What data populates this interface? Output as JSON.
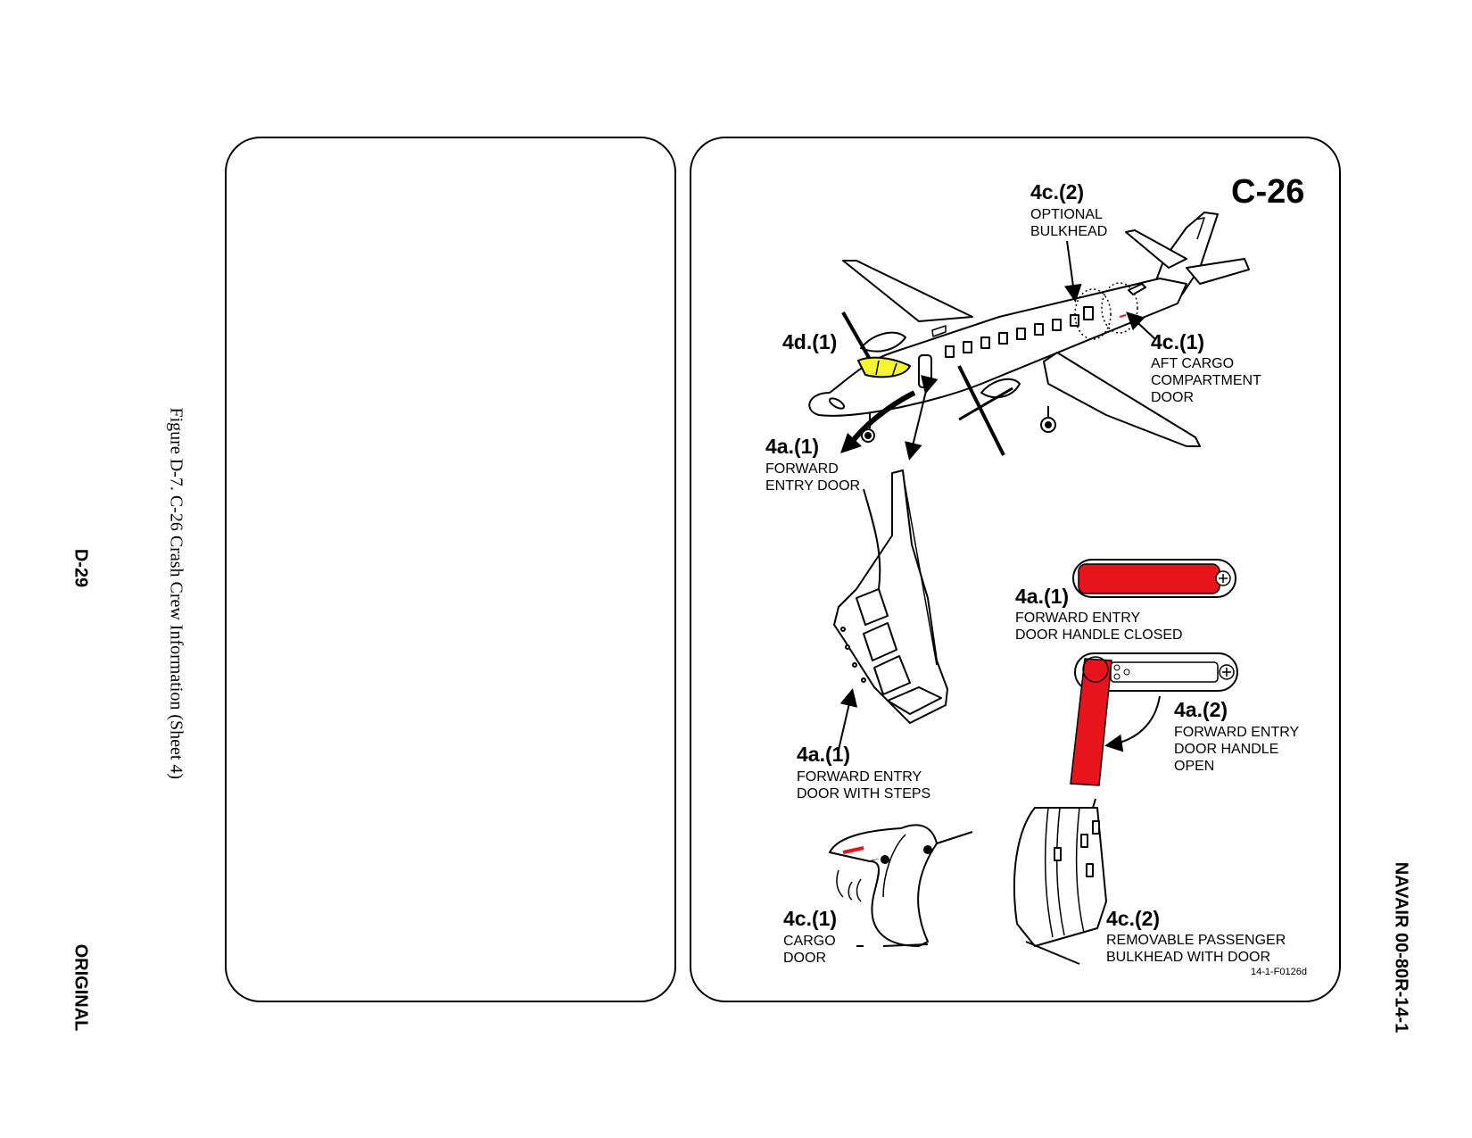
{
  "page": {
    "page_number": "D-29",
    "original_label": "ORIGINAL",
    "figure_caption": "Figure D-7.  C-26 Crash Crew Information (Sheet 4)",
    "doc_number": "NAVAIR 00-80R-14-1"
  },
  "diagram": {
    "title": "C-26",
    "figure_id": "14-1-F0126d",
    "colors": {
      "handle_red": "#e8141c",
      "cockpit_yellow": "#f4f433",
      "line": "#000000"
    },
    "callouts": {
      "optional_bulkhead": {
        "num": "4c.(2)",
        "lines": [
          "OPTIONAL",
          "BULKHEAD"
        ]
      },
      "cockpit": {
        "num": "4d.(1)"
      },
      "aft_cargo": {
        "num": "4c.(1)",
        "lines": [
          "AFT CARGO",
          "COMPARTMENT",
          "DOOR"
        ]
      },
      "forward_entry": {
        "num": "4a.(1)",
        "lines": [
          "FORWARD",
          "ENTRY DOOR"
        ]
      },
      "handle_closed": {
        "num": "4a.(1)",
        "lines": [
          "FORWARD ENTRY",
          "DOOR HANDLE CLOSED"
        ]
      },
      "handle_open": {
        "num": "4a.(2)",
        "lines": [
          "FORWARD ENTRY",
          "DOOR HANDLE",
          "OPEN"
        ]
      },
      "door_steps": {
        "num": "4a.(1)",
        "lines": [
          "FORWARD ENTRY",
          "DOOR WITH STEPS"
        ]
      },
      "cargo_door": {
        "num": "4c.(1)",
        "lines": [
          "CARGO",
          "DOOR"
        ]
      },
      "passenger_bulkhead": {
        "num": "4c.(2)",
        "lines": [
          "REMOVABLE PASSENGER",
          "BULKHEAD WITH DOOR"
        ]
      }
    }
  }
}
